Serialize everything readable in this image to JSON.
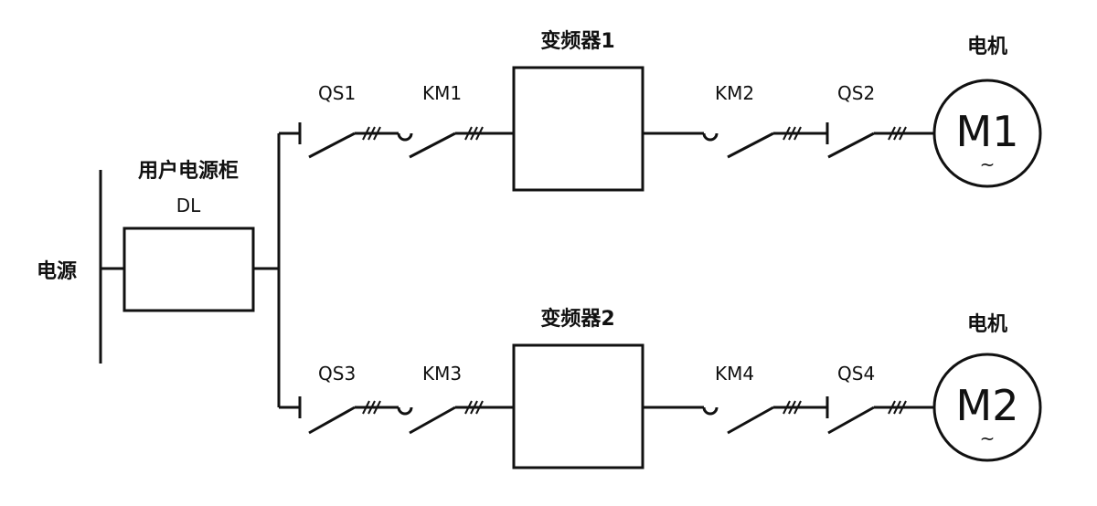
{
  "source_label": "电源",
  "cabinet": {
    "title": "用户电源柜",
    "code": "DL"
  },
  "branches": [
    {
      "qs_in": "QS1",
      "km_in": "KM1",
      "inverter": "变频器1",
      "km_out": "KM2",
      "qs_out": "QS2",
      "motor_title": "电机",
      "motor_name": "M1",
      "motor_symbol": "~"
    },
    {
      "qs_in": "QS3",
      "km_in": "KM3",
      "inverter": "变频器2",
      "km_out": "KM4",
      "qs_out": "QS4",
      "motor_title": "电机",
      "motor_name": "M2",
      "motor_symbol": "~"
    }
  ]
}
